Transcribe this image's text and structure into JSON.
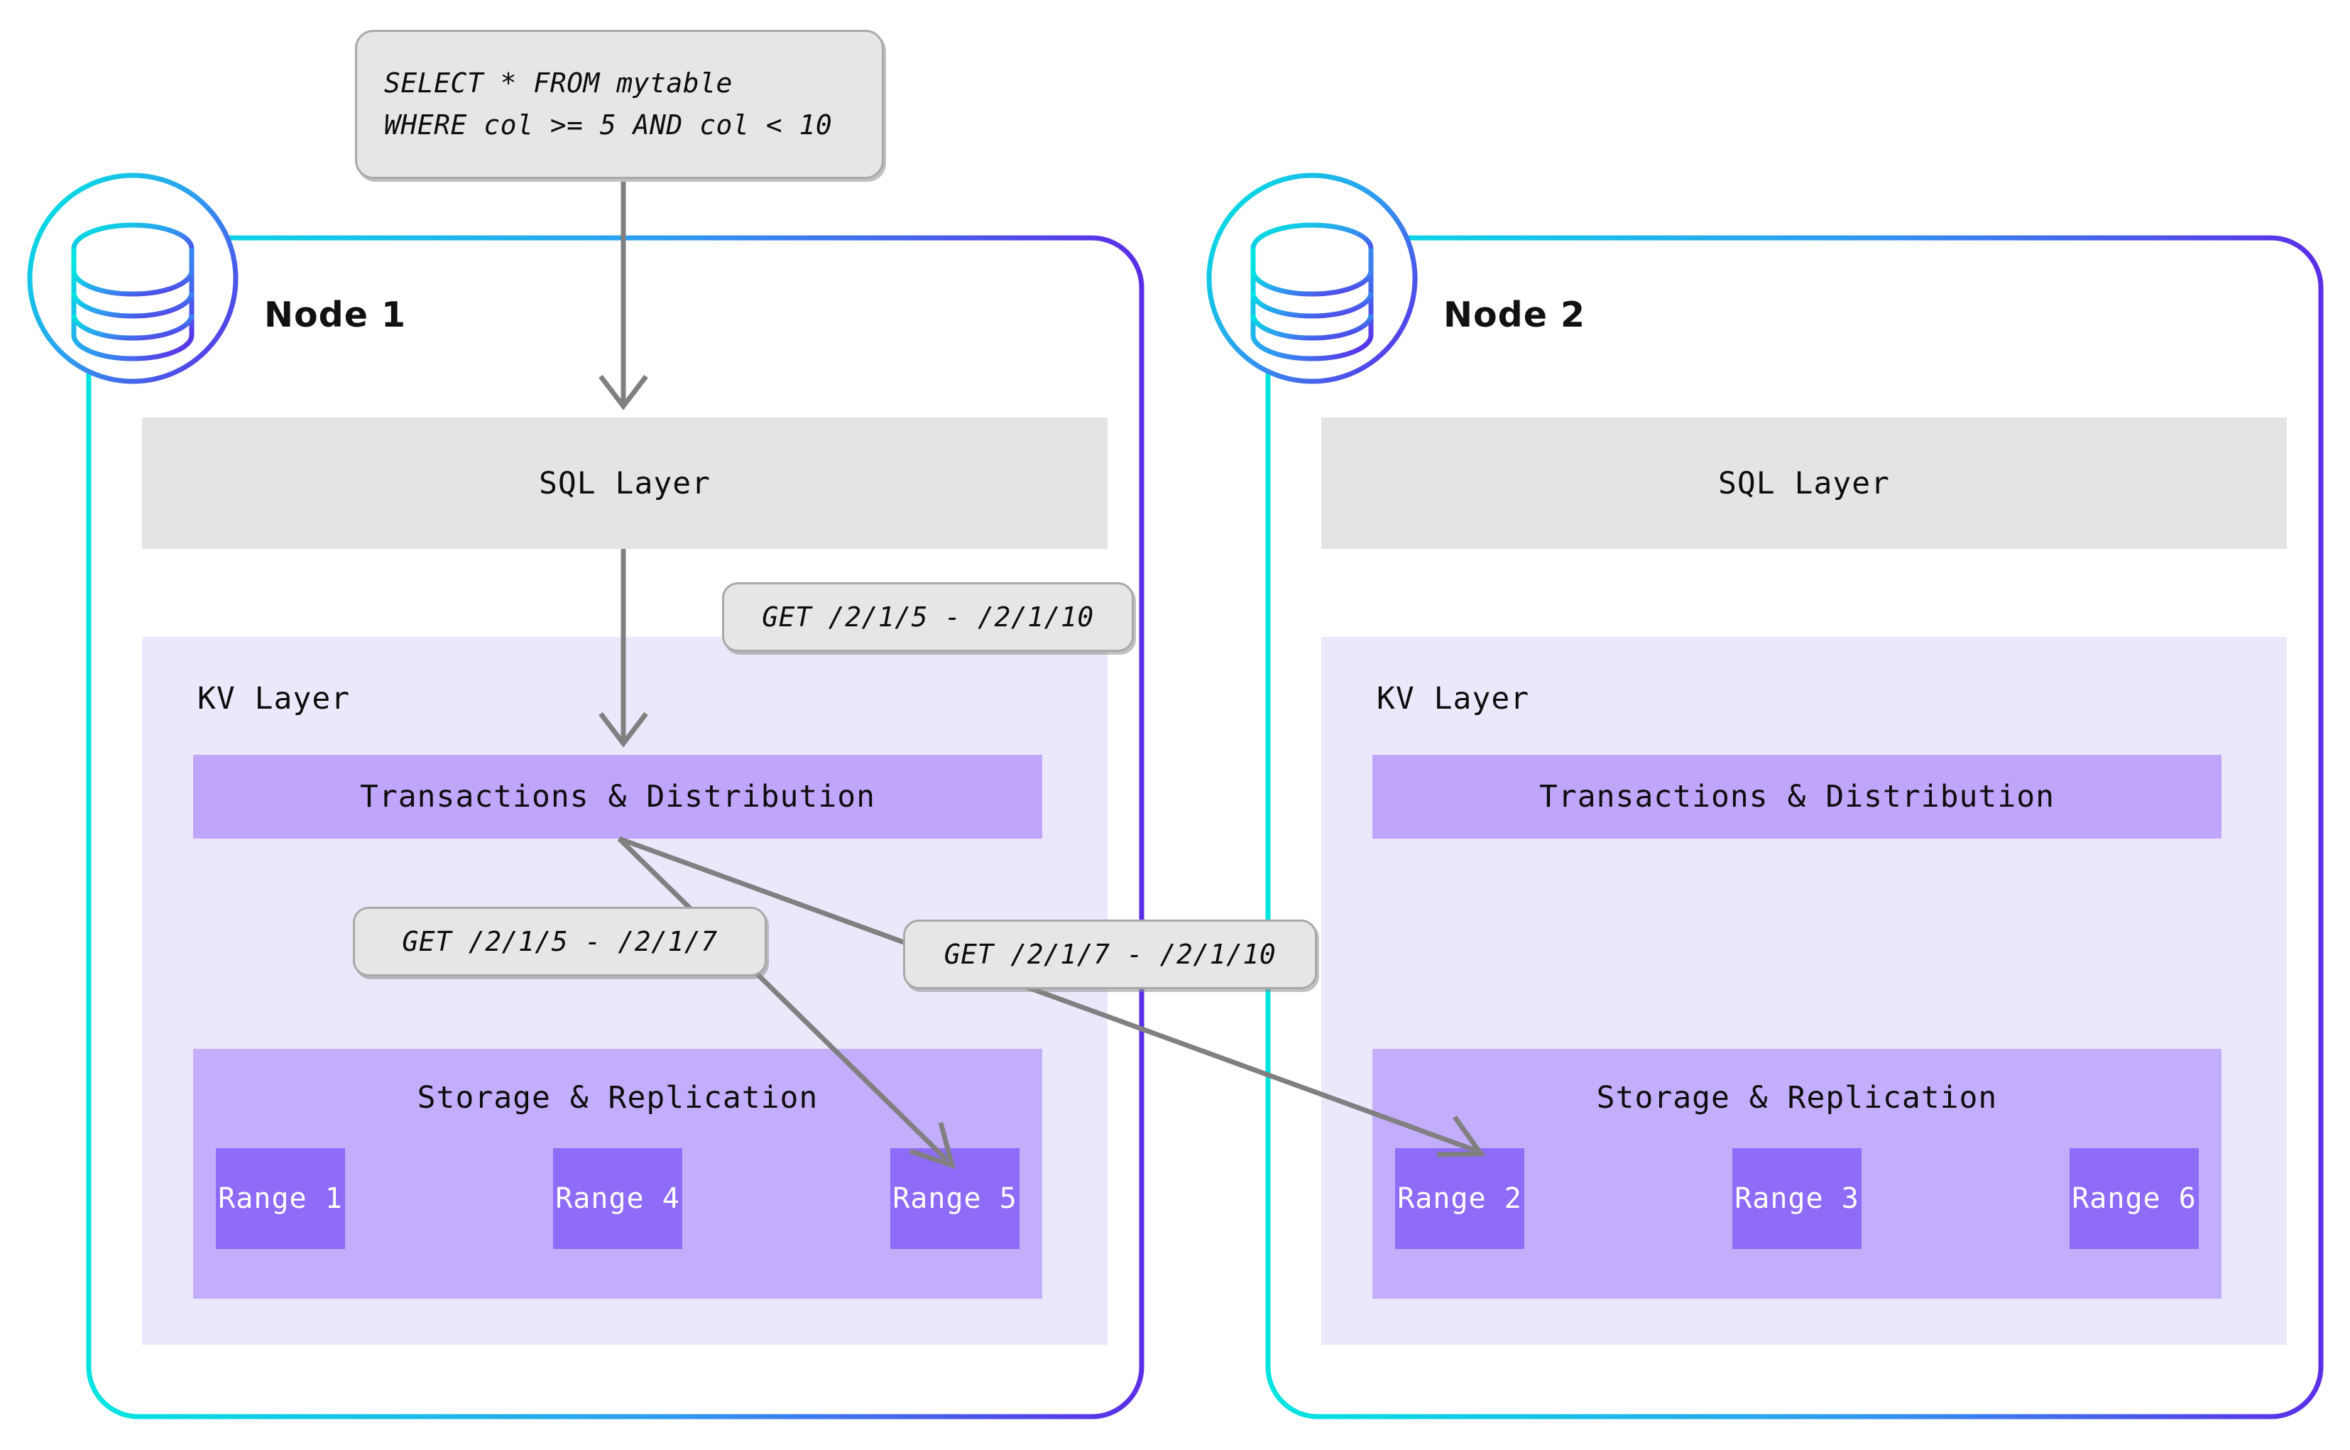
{
  "diagram": {
    "title_hidden": "",
    "accent_cyan": "#00e5e0",
    "accent_purple": "#5b2ee6",
    "arrow_color": "#808080",
    "sql_layer_bg": "#e3e4e3",
    "kv_layer_bg": "#ece8fb",
    "txn_bar_bg": "#c0a6fb",
    "storage_bg": "#c3aefc",
    "range_bg": "#8e6cf7",
    "bubble_bg": "#e5e6e5"
  },
  "query_bubble": {
    "name": "sql-query-callout",
    "line1": "SELECT * FROM mytable",
    "line2": "WHERE col >= 5 AND col < 10"
  },
  "callouts": [
    {
      "id": "kv-get-full",
      "label": "GET /2/1/5 - /2/1/10"
    },
    {
      "id": "kv-get-left",
      "label": "GET /2/1/5 - /2/1/7"
    },
    {
      "id": "kv-get-right",
      "label": "GET /2/1/7 - /2/1/10"
    }
  ],
  "nodes": [
    {
      "id": "node-1",
      "title": "Node 1",
      "icon": "database-cylinder-icon",
      "sql_layer": {
        "label": "SQL Layer"
      },
      "kv_layer": {
        "label": "KV Layer",
        "txn": {
          "label": "Transactions & Distribution"
        },
        "storage": {
          "label": "Storage & Replication",
          "ranges": [
            {
              "label": "Range 1"
            },
            {
              "label": "Range 4"
            },
            {
              "label": "Range 5"
            }
          ]
        }
      }
    },
    {
      "id": "node-2",
      "title": "Node 2",
      "icon": "database-cylinder-icon",
      "sql_layer": {
        "label": "SQL Layer"
      },
      "kv_layer": {
        "label": "KV Layer",
        "txn": {
          "label": "Transactions & Distribution"
        },
        "storage": {
          "label": "Storage & Replication",
          "ranges": [
            {
              "label": "Range 2"
            },
            {
              "label": "Range 3"
            },
            {
              "label": "Range 6"
            }
          ]
        }
      }
    }
  ],
  "flows": [
    {
      "id": "flow-query-to-sql",
      "from": "sql-query-callout",
      "to": "node-1 SQL Layer"
    },
    {
      "id": "flow-sql-to-txn",
      "from": "node-1 SQL Layer",
      "to": "node-1 Transactions & Distribution"
    },
    {
      "id": "flow-txn-to-range5",
      "from": "node-1 Transactions & Distribution",
      "to": "node-1 Range 5"
    },
    {
      "id": "flow-txn-to-range2",
      "from": "node-1 Transactions & Distribution",
      "to": "node-2 Range 2"
    }
  ]
}
